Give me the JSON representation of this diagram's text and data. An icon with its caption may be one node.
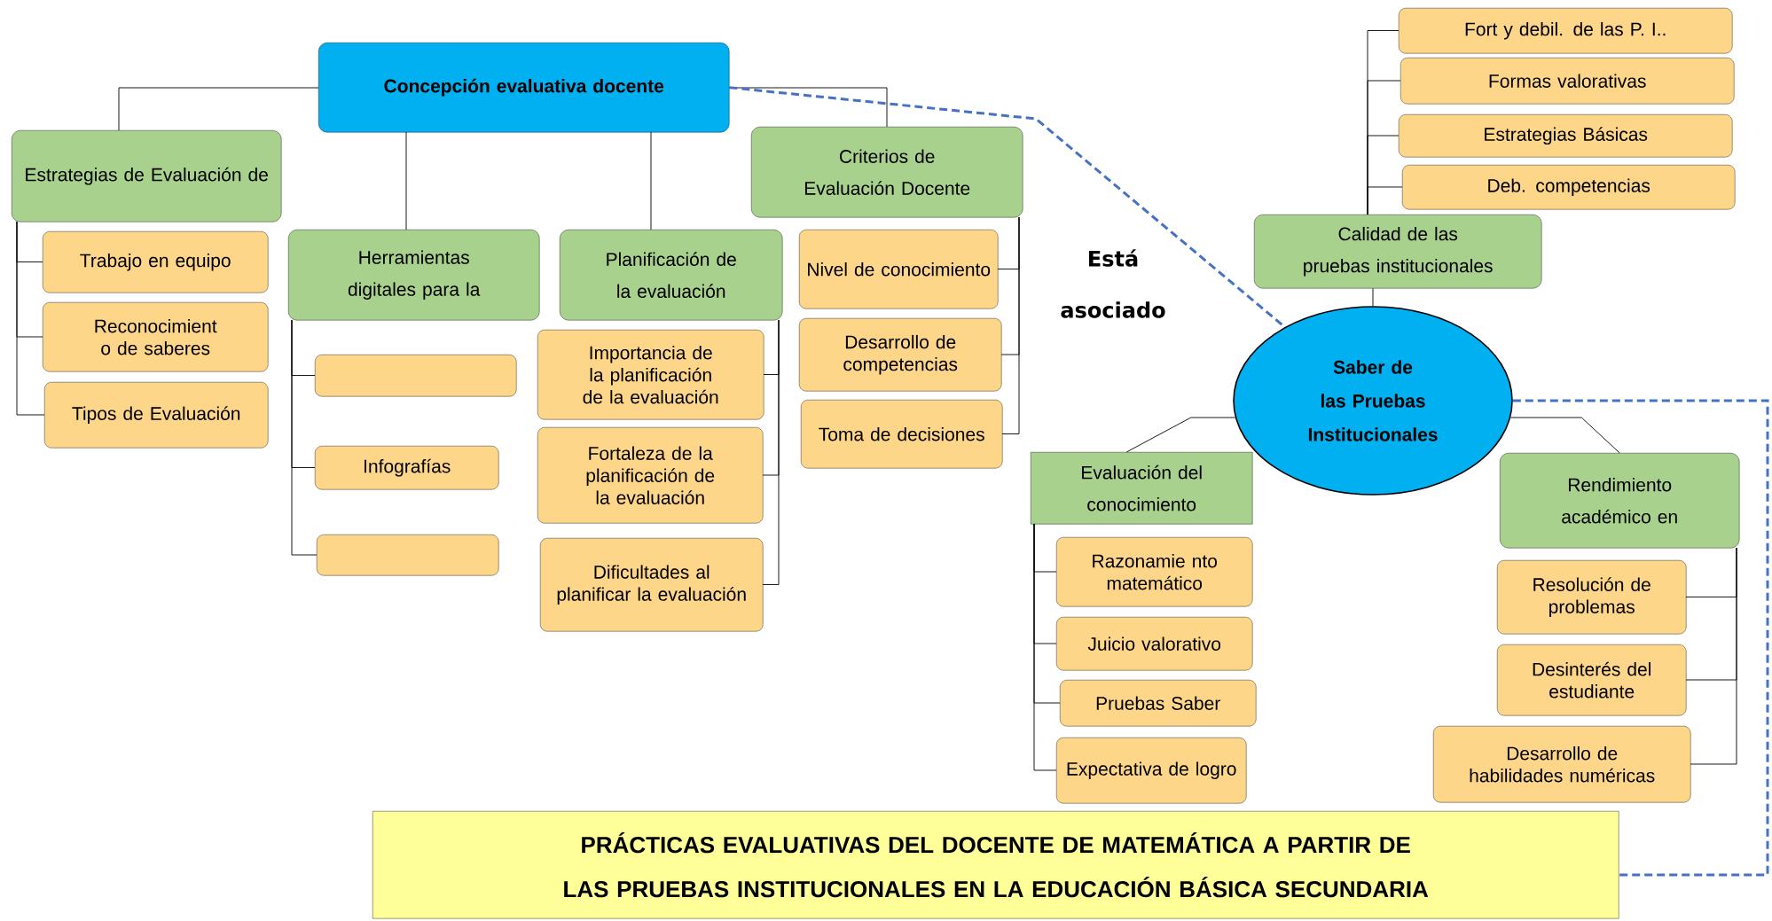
{
  "diagram": {
    "nodes": [
      {
        "text": [
          "Concepción evaluativa docente"
        ]
      },
      {
        "text": [
          "Estrategias de Evaluación de"
        ]
      },
      {
        "text": [
          "Trabajo en equipo"
        ]
      },
      {
        "text": [
          "Reconocimient o de saberes"
        ]
      },
      {
        "text": [
          "Tipos de Evaluación"
        ]
      },
      {
        "text": [
          "Herramientas digitales para la"
        ]
      },
      {
        "text": [],
        "shape": "box"
      },
      {
        "text": [
          "Infografías"
        ]
      },
      {
        "text": [],
        "shape": "box"
      },
      {
        "text": [
          "Planificación de la evaluación"
        ]
      },
      {
        "text": [
          "Importancia de la planificación de la evaluación"
        ]
      },
      {
        "text": [
          "Fortaleza de la planificación de la evaluación"
        ]
      },
      {
        "text": [
          "Dificultades al planificar la evaluación"
        ]
      },
      {
        "text": [
          "Criterios de Evaluación Docente"
        ]
      },
      {
        "text": [
          "Nivel de conocimiento"
        ]
      },
      {
        "text": [
          "Desarrollo de competencias"
        ]
      },
      {
        "text": [
          "Toma de decisiones"
        ]
      },
      {
        "text": [
          "Fort y debil. de las P. I.."
        ]
      },
      {
        "text": [
          "Formas valorativas"
        ]
      },
      {
        "text": [
          "Estrategias Básicas"
        ]
      },
      {
        "text": [
          "Deb. competencias"
        ]
      },
      {
        "text": [
          "Calidad de las pruebas institucionales"
        ]
      },
      {
        "text": [
          "Saber de las Pruebas Institucionales"
        ]
      },
      {
        "text": [
          "Evaluación del conocimiento"
        ]
      },
      {
        "text": [
          "Razonamie nto matemático"
        ]
      },
      {
        "text": [
          "Juicio valorativo"
        ]
      },
      {
        "text": [
          "Pruebas Saber"
        ]
      },
      {
        "text": [
          "Expectativa de logro"
        ]
      },
      {
        "text": [
          "Rendimiento académico en"
        ]
      },
      {
        "text": [
          "Resolución de problemas"
        ]
      },
      {
        "text": [
          "Desinterés del estudiante"
        ]
      },
      {
        "text": [
          "Desarrollo de habilidades numéricas"
        ]
      },
      {
        "text": [
          "PRÁCTICAS EVALUATIVAS DEL DOCENTE DE MATEMÁTICA A PARTIR DE LAS PRUEBAS INSTITUCIONALES EN LA EDUCACIÓN BÁSICA SECUNDARIA"
        ]
      }
    ],
    "edges": [
      {
        "from": 0,
        "to": 1,
        "arrow": "none"
      },
      {
        "from": 0,
        "to": 5,
        "arrow": "none"
      },
      {
        "from": 0,
        "to": 9,
        "arrow": "none"
      },
      {
        "from": 0,
        "to": 13,
        "arrow": "none"
      },
      {
        "from": 1,
        "to": 2,
        "arrow": "none"
      },
      {
        "from": 1,
        "to": 3,
        "arrow": "none"
      },
      {
        "from": 1,
        "to": 4,
        "arrow": "none"
      },
      {
        "from": 5,
        "to": 6,
        "arrow": "none"
      },
      {
        "from": 5,
        "to": 7,
        "arrow": "none"
      },
      {
        "from": 5,
        "to": 8,
        "arrow": "none"
      },
      {
        "from": 9,
        "to": 10,
        "arrow": "none"
      },
      {
        "from": 9,
        "to": 11,
        "arrow": "none"
      },
      {
        "from": 9,
        "to": 12,
        "arrow": "none"
      },
      {
        "from": 13,
        "to": 14,
        "arrow": "none"
      },
      {
        "from": 13,
        "to": 15,
        "arrow": "none"
      },
      {
        "from": 13,
        "to": 16,
        "arrow": "none"
      },
      {
        "from": 22,
        "to": 21,
        "arrow": "none"
      },
      {
        "from": 21,
        "to": 17,
        "arrow": "none"
      },
      {
        "from": 21,
        "to": 18,
        "arrow": "none"
      },
      {
        "from": 21,
        "to": 19,
        "arrow": "none"
      },
      {
        "from": 21,
        "to": 20,
        "arrow": "none"
      },
      {
        "from": 22,
        "to": 23,
        "arrow": "none"
      },
      {
        "from": 22,
        "to": 28,
        "arrow": "none"
      },
      {
        "from": 23,
        "to": 24,
        "arrow": "none"
      },
      {
        "from": 23,
        "to": 25,
        "arrow": "none"
      },
      {
        "from": 23,
        "to": 26,
        "arrow": "none"
      },
      {
        "from": 23,
        "to": 27,
        "arrow": "none"
      },
      {
        "from": 28,
        "to": 29,
        "arrow": "none"
      },
      {
        "from": 28,
        "to": 30,
        "arrow": "none"
      },
      {
        "from": 28,
        "to": 31,
        "arrow": "none"
      },
      {
        "from": 0,
        "to": 22,
        "arrow": "none",
        "label": "Está asociado",
        "style": "dashed",
        "color": "#4472c4"
      },
      {
        "from": 22,
        "to": 32,
        "arrow": "none",
        "style": "dashed",
        "color": "#4472c4"
      }
    ]
  }
}
